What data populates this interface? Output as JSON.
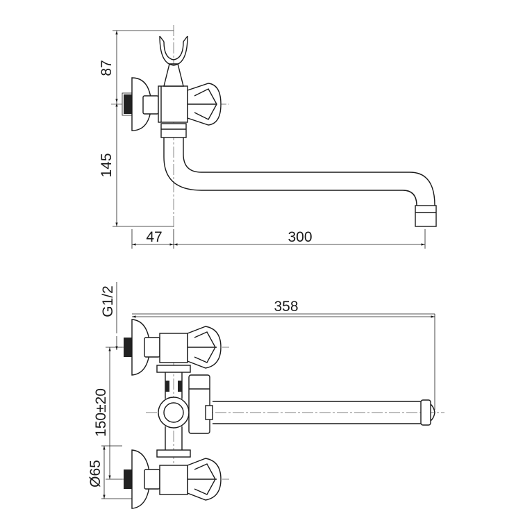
{
  "drawing": {
    "side_view": {
      "dim_height_top": "87",
      "dim_height_bottom": "145",
      "dim_wall_offset": "47",
      "dim_spout_reach": "300"
    },
    "top_view": {
      "dim_thread": "G1/2",
      "dim_total_length": "358",
      "dim_inlet_spacing": "150±20",
      "dim_flange_diameter": "Ø65"
    }
  }
}
